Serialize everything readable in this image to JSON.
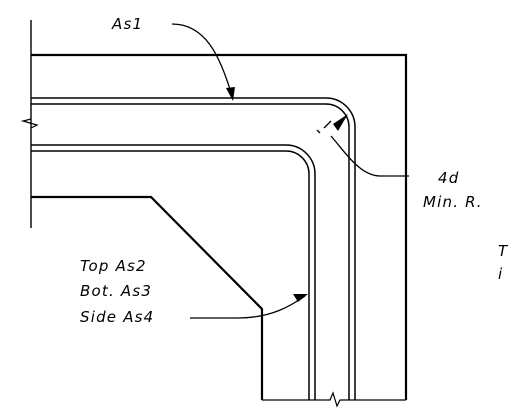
{
  "labels": {
    "as1": "As1",
    "radius_value": "4d",
    "radius_note": "Min. R.",
    "top_bar": "Top As2",
    "bottom_bar": "Bot. As3",
    "side_bar": "Side As4",
    "cutoff_line1": "T",
    "cutoff_line2": "i"
  },
  "colors": {
    "line": "#000000",
    "background": "#ffffff"
  }
}
